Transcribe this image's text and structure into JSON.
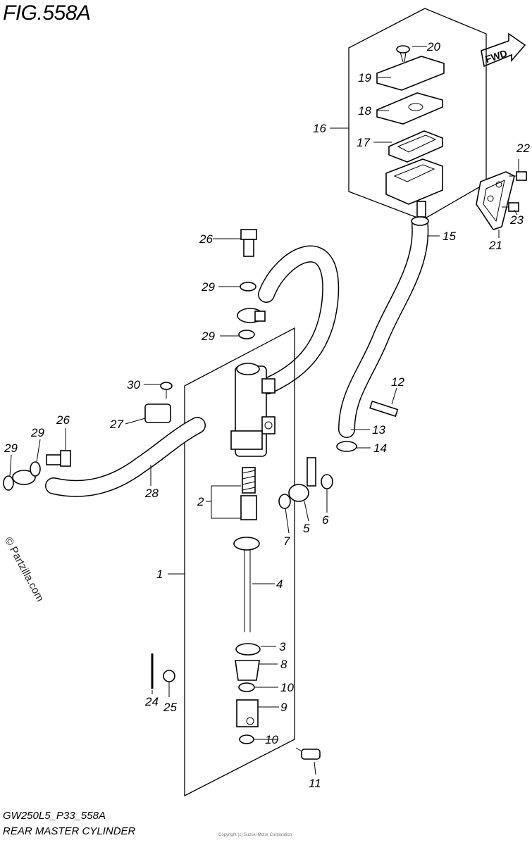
{
  "figure": {
    "title": "FIG.558A",
    "code": "GW250L5_P33_558A",
    "name": "REAR MASTER CYLINDER",
    "watermark": "© Partzilla.com",
    "fine_print": "Copyright (c) Suzuki Motor Corporation",
    "fwd_label": "FWD"
  },
  "callouts": [
    {
      "id": "1",
      "label": "1"
    },
    {
      "id": "2",
      "label": "2"
    },
    {
      "id": "3",
      "label": "3"
    },
    {
      "id": "4",
      "label": "4"
    },
    {
      "id": "5",
      "label": "5"
    },
    {
      "id": "6",
      "label": "6"
    },
    {
      "id": "7",
      "label": "7"
    },
    {
      "id": "8",
      "label": "8"
    },
    {
      "id": "9",
      "label": "9"
    },
    {
      "id": "10a",
      "label": "10"
    },
    {
      "id": "10b",
      "label": "10"
    },
    {
      "id": "11",
      "label": "11"
    },
    {
      "id": "12",
      "label": "12"
    },
    {
      "id": "13",
      "label": "13"
    },
    {
      "id": "14",
      "label": "14"
    },
    {
      "id": "15",
      "label": "15"
    },
    {
      "id": "16",
      "label": "16"
    },
    {
      "id": "17",
      "label": "17"
    },
    {
      "id": "18",
      "label": "18"
    },
    {
      "id": "19",
      "label": "19"
    },
    {
      "id": "20",
      "label": "20"
    },
    {
      "id": "21",
      "label": "21"
    },
    {
      "id": "22",
      "label": "22"
    },
    {
      "id": "23",
      "label": "23"
    },
    {
      "id": "24",
      "label": "24"
    },
    {
      "id": "25",
      "label": "25"
    },
    {
      "id": "26a",
      "label": "26"
    },
    {
      "id": "26b",
      "label": "26"
    },
    {
      "id": "27",
      "label": "27"
    },
    {
      "id": "28",
      "label": "28"
    },
    {
      "id": "29a",
      "label": "29"
    },
    {
      "id": "29b",
      "label": "29"
    },
    {
      "id": "29c",
      "label": "29"
    },
    {
      "id": "29d",
      "label": "29"
    },
    {
      "id": "30",
      "label": "30"
    }
  ]
}
